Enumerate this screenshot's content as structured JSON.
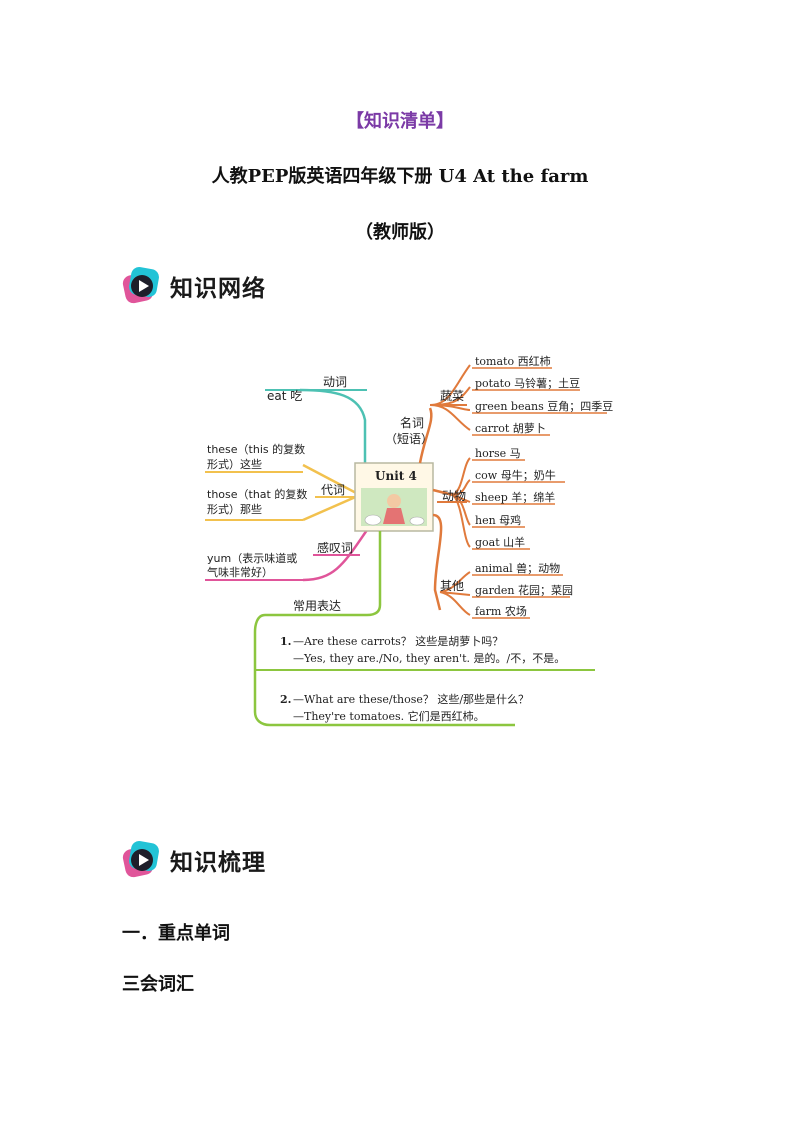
{
  "header": {
    "tag": "【知识清单】",
    "title": "人教PEP版英语四年级下册  U4  At the farm",
    "subtitle": "（教师版）"
  },
  "sections": {
    "network": {
      "label": "知识网络",
      "icon": "play-logo-icon"
    },
    "summary": {
      "label": "知识梳理",
      "icon": "play-logo-icon"
    }
  },
  "mindmap": {
    "center": "Unit 4",
    "verb": {
      "label": "动词",
      "items": [
        "eat 吃"
      ]
    },
    "pronoun": {
      "label": "代词",
      "items": [
        [
          "these（this 的复数",
          "形式）这些"
        ],
        [
          "those（that 的复数",
          "形式）那些"
        ]
      ]
    },
    "interjection": {
      "label": "感叹词",
      "items": [
        [
          "yum（表示味道或",
          "气味非常好）"
        ]
      ]
    },
    "noun": {
      "label": "名词",
      "label2": "（短语）",
      "vegetables": {
        "label": "蔬菜",
        "items": [
          "tomato 西红柿",
          "potato 马铃薯；土豆",
          "green beans 豆角；四季豆",
          "carrot 胡萝卜"
        ]
      },
      "animals": {
        "label": "动物",
        "items": [
          "horse 马",
          "cow 母牛；奶牛",
          "sheep 羊；绵羊",
          "hen 母鸡",
          "goat 山羊"
        ]
      },
      "others": {
        "label": "其他",
        "items": [
          "animal 兽；动物",
          "garden 花园；菜园",
          "farm 农场"
        ]
      }
    },
    "expressions": {
      "label": "常用表达",
      "items": [
        {
          "num": "1.",
          "q": "—Are these carrots？ 这些是胡萝卜吗？",
          "a": "—Yes, they are./No, they aren't. 是的。/不，不是。"
        },
        {
          "num": "2.",
          "q": "—What are these/those？ 这些/那些是什么？",
          "a": "—They're tomatoes. 它们是西红柿。"
        }
      ]
    }
  },
  "body_text": {
    "h1": "一．重点单词",
    "h2": "三会词汇"
  },
  "colors": {
    "tag": "#7b3aa6",
    "verb_branch": "#4dc1b3",
    "pronoun_branch": "#f2c14e",
    "interjection_branch": "#e0559a",
    "noun_branch": "#e07a3c",
    "expressions_branch": "#8cc63f"
  }
}
